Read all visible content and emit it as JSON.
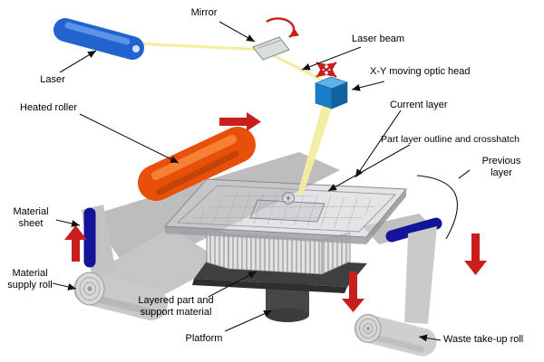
{
  "labels": {
    "mirror": "Mirror",
    "laser": "Laser",
    "laser_beam": "Laser beam",
    "optic_head": "X-Y moving optic head",
    "heated_roller": "Heated roller",
    "current_layer": "Current layer",
    "part_layer_outline": "Part layer outline and crosshatch",
    "previous_layer": "Previous layer",
    "material_sheet": "Material sheet",
    "material_supply_roll": "Material supply roll",
    "layered_part": "Layered part and support material",
    "platform": "Platform",
    "waste_take_up_roll": "Waste take-up roll"
  },
  "colors": {
    "laser_body": "#2263cf",
    "laser_highlight": "#6ba0ea",
    "laser_tip": "#cfe4ff",
    "heated_roller": "#e8500a",
    "heated_roller_highlight": "#f98a3c",
    "optic_head_top": "#5db1e8",
    "optic_head_front": "#1b7ecb",
    "optic_head_side": "#12629e",
    "beam": "#f3eda0",
    "red_arrow": "#c81e1e",
    "blue_roller": "#14149a",
    "sheet": "#bdbdbd",
    "platform_dark": "#3f3f3f"
  }
}
